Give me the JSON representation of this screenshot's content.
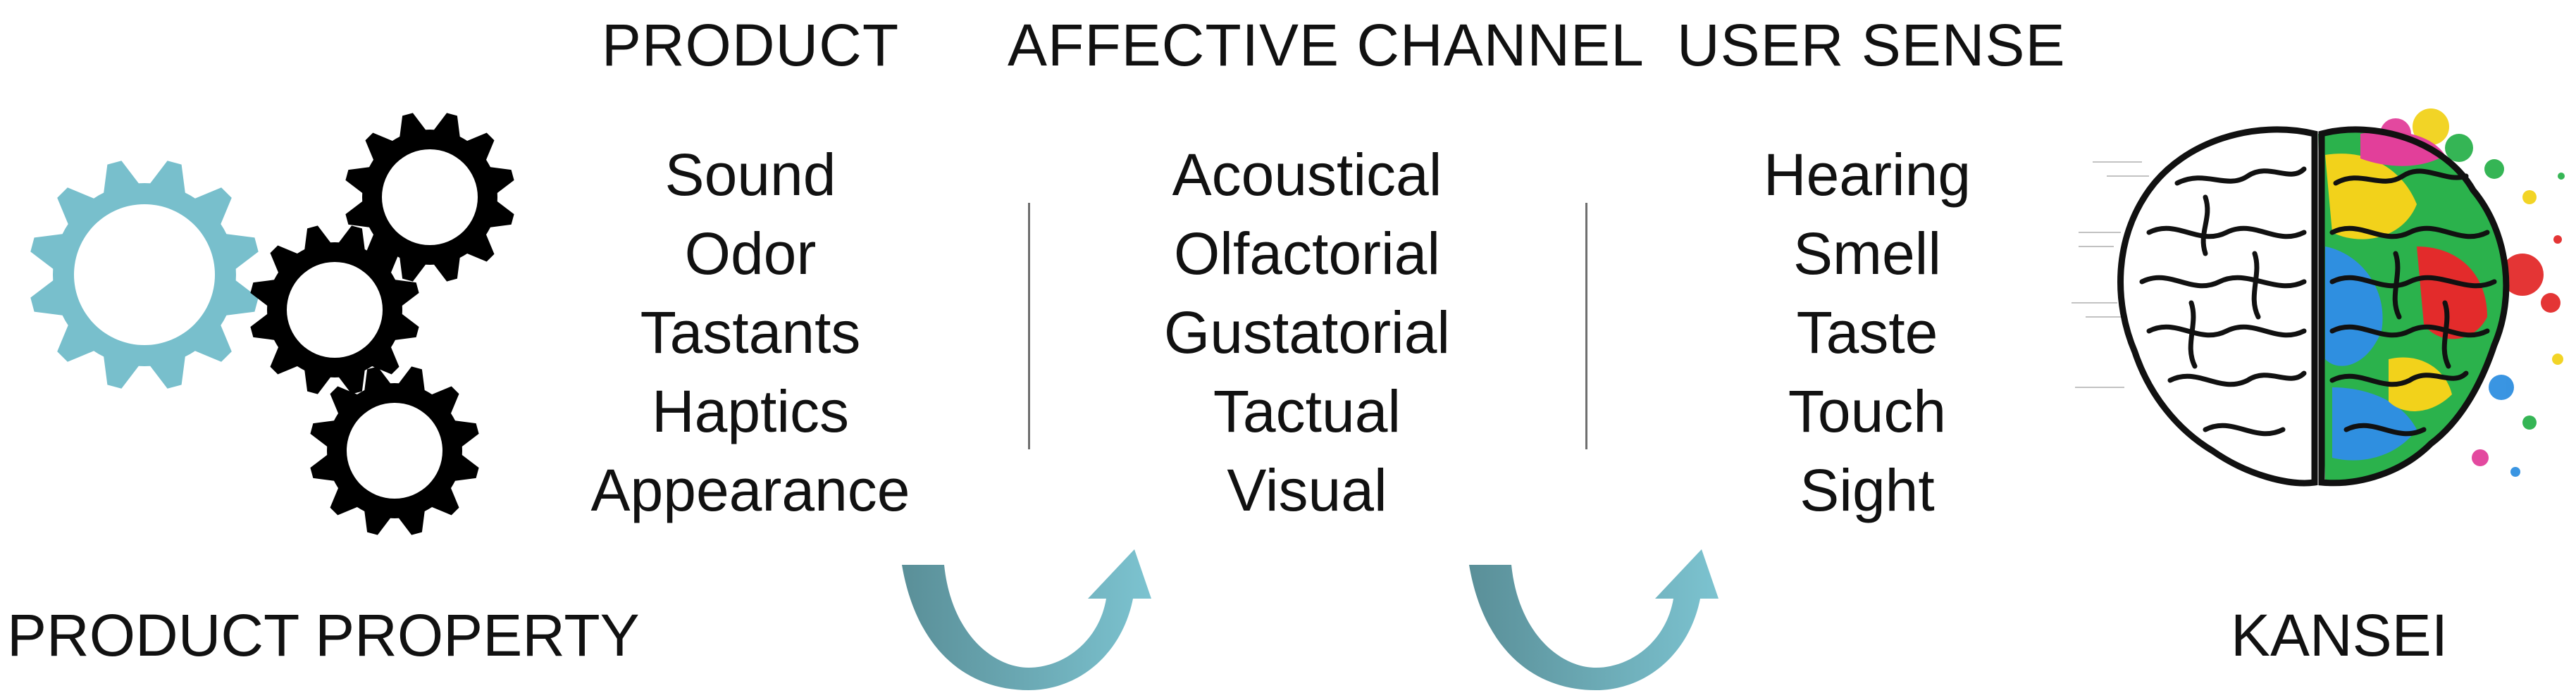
{
  "columns": [
    {
      "heading": "PRODUCT",
      "items": [
        "Sound",
        "Odor",
        "Tastants",
        "Haptics",
        "Appearance"
      ]
    },
    {
      "heading": "AFFECTIVE CHANNEL",
      "items": [
        "Acoustical",
        "Olfactorial",
        "Gustatorial",
        "Tactual",
        "Visual"
      ]
    },
    {
      "heading": "USER SENSE",
      "items": [
        "Hearing",
        "Smell",
        "Taste",
        "Touch",
        "Sight"
      ]
    }
  ],
  "left_label": "PRODUCT PROPERTY",
  "right_label": "KANSEI",
  "colors": {
    "accent_gear": "#78bfcc",
    "gear_dark": "#000000",
    "arrow_light": "#7cc3d0",
    "arrow_dark": "#5a8f98",
    "divider": "#6f6f6f"
  },
  "icons": [
    "gears-icon",
    "brain-icon",
    "curved-arrow-icon"
  ]
}
